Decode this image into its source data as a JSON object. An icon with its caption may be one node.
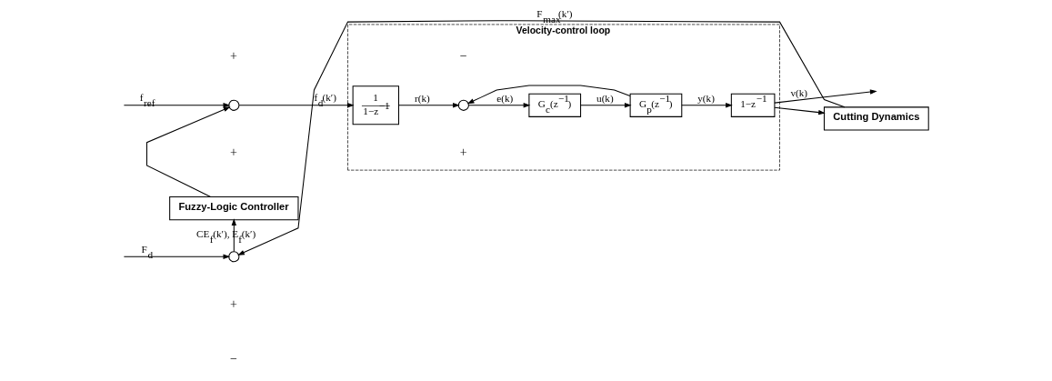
{
  "diagram": {
    "nodes": [
      {
        "text": [
          "Velocity-control loop"
        ]
      },
      {
        "text": [],
        "shape": "circle"
      },
      {
        "text": [
          "1",
          "1−z$^{−1}$"
        ],
        "in": 0
      },
      {
        "text": [],
        "shape": "circle",
        "in": 0
      },
      {
        "text": [
          "G$_{c}$(z$^{−1}$)"
        ],
        "in": 0
      },
      {
        "text": [
          "G$_{p}$(z$^{−1}$)"
        ],
        "in": 0
      },
      {
        "text": [
          "1−z$^{−1}$"
        ],
        "in": 0
      },
      {
        "text": [
          "Fuzzy-Logic Controller"
        ]
      },
      {
        "text": [],
        "shape": "circle"
      },
      {
        "text": [
          "Cutting Dynamics"
        ]
      }
    ],
    "edges": [
      {
        "from": null,
        "to": 1,
        "arrow": "to",
        "label": "f$_{ref}$"
      },
      {
        "from": 1,
        "to": 2,
        "arrow": "to",
        "label": "f$_{d}$(k′)"
      },
      {
        "from": 2,
        "to": 3,
        "arrow": "to",
        "label": "r(k)"
      },
      {
        "from": 3,
        "to": 4,
        "arrow": "to",
        "label": "e(k)"
      },
      {
        "from": 4,
        "to": 5,
        "arrow": "to",
        "label": "u(k)"
      },
      {
        "from": 5,
        "to": 6,
        "arrow": "to",
        "label": "y(k)"
      },
      {
        "from": 5,
        "to": 3,
        "arrow": "to"
      },
      {
        "from": 6,
        "to": null,
        "arrow": "to",
        "label": "v(k)"
      },
      {
        "from": 6,
        "to": 9,
        "arrow": "to"
      },
      {
        "from": 9,
        "to": 8,
        "arrow": "to",
        "label": "F$_{max}$(k′)"
      },
      {
        "from": null,
        "to": 8,
        "arrow": "to",
        "label": "F$_{d}$"
      },
      {
        "from": 8,
        "to": 7,
        "arrow": "to",
        "label": "CE$_{f}$(k′), E$_{f}$(k′)"
      },
      {
        "from": 7,
        "to": 1,
        "arrow": "to"
      }
    ],
    "labels": [
      "+",
      "+",
      "+",
      "−",
      "+",
      "−"
    ]
  }
}
